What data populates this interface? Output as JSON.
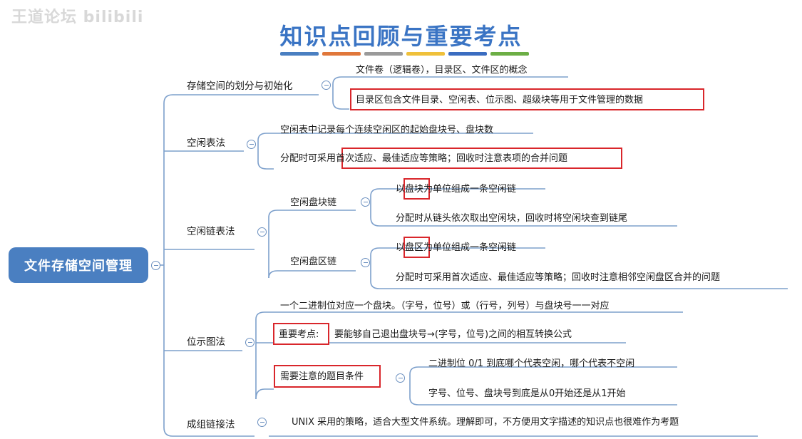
{
  "watermark": "王道论坛 bilibili",
  "title": "知识点回顾与重要考点",
  "title_bars": [
    "#4a7fc1",
    "#e0773a",
    "#9a9a9a",
    "#efc03a",
    "#3a6cc0",
    "#6cae45"
  ],
  "root": "文件存储空间管理",
  "branches": {
    "storage": {
      "label": "存储空间的划分与初始化",
      "items": [
        "文件卷（逻辑卷），目录区、文件区的概念",
        "目录区包含文件目录、空闲表、位示图、超级块等用于文件管理的数据"
      ]
    },
    "free_table": {
      "label": "空闲表法",
      "items": [
        "空闲表中记录每个连续空闲区的起始盘块号、盘块数",
        "分配时可采用首次适应、最佳适应等策略；回收时注意表项的合并问题"
      ]
    },
    "free_list": {
      "label": "空闲链表法",
      "block_chain": {
        "label": "空闲盘块链",
        "items": [
          "以盘块为单位组成一条空闲链",
          "分配时从链头依次取出空闲块，回收时将空闲块查到链尾"
        ]
      },
      "area_chain": {
        "label": "空闲盘区链",
        "items": [
          "以盘区为单位组成一条空闲链",
          "分配时可采用首次适应、最佳适应等策略；回收时注意相邻空闲盘区合并的问题"
        ]
      }
    },
    "bitmap": {
      "label": "位示图法",
      "item1": "一个二进制位对应一个盘块。（字号，位号）或（行号，列号）与盘块号一一对应",
      "key_label": "重要考点:",
      "key_text": "要能够自己退出盘块号→(字号，位号)之间的相互转换公式",
      "note_label": "需要注意的题目条件",
      "note_items": [
        "二进制位 0/1 到底哪个代表空闲，哪个代表不空闲",
        "字号、位号、盘块号到底是从0开始还是从1开始"
      ]
    },
    "group": {
      "label": "成组链接法",
      "item": "UNIX 采用的策略，适合大型文件系统。理解即可，不方便用文字描述的知识点也很难作为考题"
    }
  }
}
